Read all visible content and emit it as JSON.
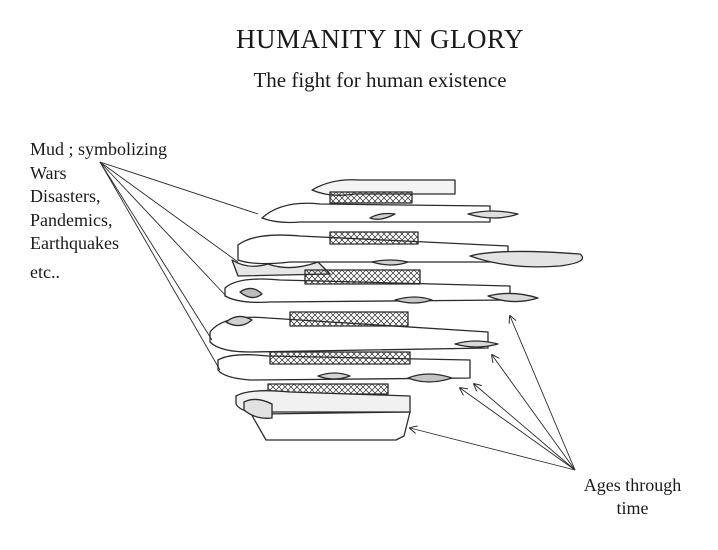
{
  "title": "HUMANITY IN GLORY",
  "subtitle": "The fight for human existence",
  "mud_label": {
    "lines": [
      "Mud ; symbolizing",
      "Wars",
      "Disasters,",
      "Pandemics,",
      "Earthquakes",
      "etc.."
    ]
  },
  "ages_label": {
    "lines": [
      "Ages through",
      "time"
    ]
  },
  "colors": {
    "ink": "#2b2b2b",
    "paper": "#ffffff"
  }
}
